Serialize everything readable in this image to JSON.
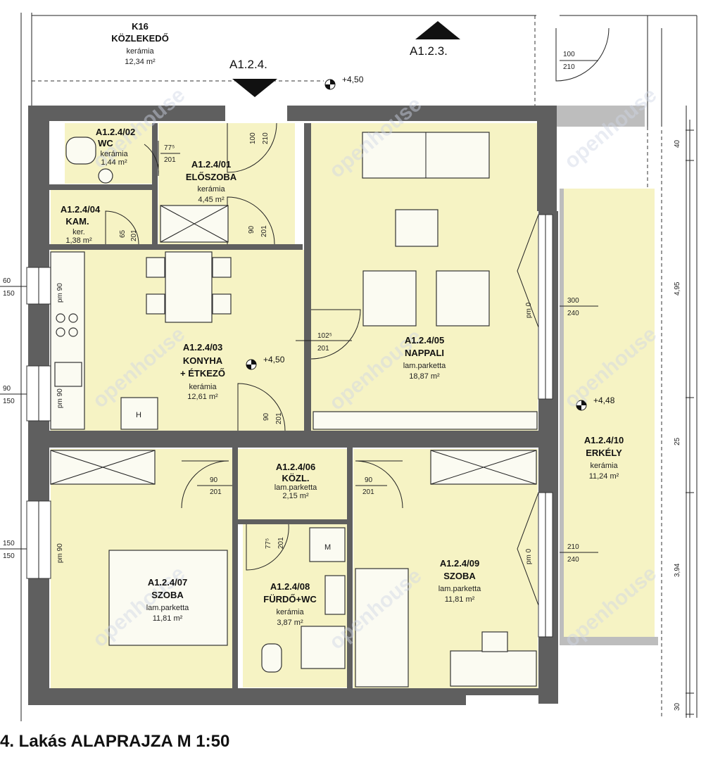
{
  "title": "4. Lakás ALAPRAJZA M 1:50",
  "rooms": {
    "k16": {
      "code": "K16",
      "name": "KÖZLEKEDŐ",
      "material": "kerámia",
      "area": "12,34 m²"
    },
    "r02": {
      "code": "A1.2.4/02",
      "name": "WC",
      "material": "kerámia",
      "area": "1,44 m²"
    },
    "r01": {
      "code": "A1.2.4/01",
      "name": "ELŐSZOBA",
      "material": "kerámia",
      "area": "4,45 m²"
    },
    "r04": {
      "code": "A1.2.4/04",
      "name": "KAM.",
      "material": "ker.",
      "area": "1,38 m²"
    },
    "r03": {
      "code": "A1.2.4/03",
      "name": "KONYHA",
      "name2": "+ ÉTKEZŐ",
      "material": "kerámia",
      "area": "12,61 m²"
    },
    "r05": {
      "code": "A1.2.4/05",
      "name": "NAPPALI",
      "material": "lam.parketta",
      "area": "18,87 m²"
    },
    "r06": {
      "code": "A1.2.4/06",
      "name": "KÖZL.",
      "material": "lam.parketta",
      "area": "2,15 m²"
    },
    "r07": {
      "code": "A1.2.4/07",
      "name": "SZOBA",
      "material": "lam.parketta",
      "area": "11,81 m²"
    },
    "r08": {
      "code": "A1.2.4/08",
      "name": "FÜRDŐ+WC",
      "material": "kerámia",
      "area": "3,87 m²"
    },
    "r09": {
      "code": "A1.2.4/09",
      "name": "SZOBA",
      "material": "lam.parketta",
      "area": "11,81 m²"
    },
    "r10": {
      "code": "A1.2.4/10",
      "name": "ERKÉLY",
      "material": "kerámia",
      "area": "11,24 m²"
    }
  },
  "apartments": {
    "a124": "A1.2.4.",
    "a123": "A1.2.3."
  },
  "elevations": {
    "corridor": "+4,50",
    "kitchen": "+4,50",
    "balcony": "+4,48"
  },
  "doors": {
    "entrance": [
      "100",
      "210"
    ],
    "a123_door": [
      "100",
      "210"
    ],
    "wc": [
      "77⁵",
      "201"
    ],
    "pantry": [
      "65",
      "201"
    ],
    "hall": [
      "90",
      "201"
    ],
    "living": [
      "102⁵",
      "201"
    ],
    "kitchen_hall": [
      "90",
      "201"
    ],
    "room07": [
      "90",
      "201"
    ],
    "room09": [
      "90",
      "201"
    ],
    "bath": [
      "77⁵",
      "201"
    ]
  },
  "windows": {
    "w1": [
      "60",
      "150"
    ],
    "w2": [
      "90",
      "150"
    ],
    "w3": [
      "150",
      "150"
    ],
    "balcony_door1": [
      "300",
      "240"
    ],
    "balcony_door2": [
      "210",
      "240"
    ],
    "parapet_labels": [
      "pm 90",
      "pm 90",
      "pm 90",
      "pm 0",
      "pm 0"
    ]
  },
  "dimensions": {
    "d40": "40",
    "d495": "4,95",
    "d25": "25",
    "d394": "3,94",
    "d30": "30"
  },
  "fixtures": {
    "fridge": "H",
    "washer": "M"
  },
  "watermark": "openhouse",
  "colors": {
    "room_fill": "#f6f3c4",
    "wall": "#5f5f5f",
    "background": "#ffffff"
  }
}
